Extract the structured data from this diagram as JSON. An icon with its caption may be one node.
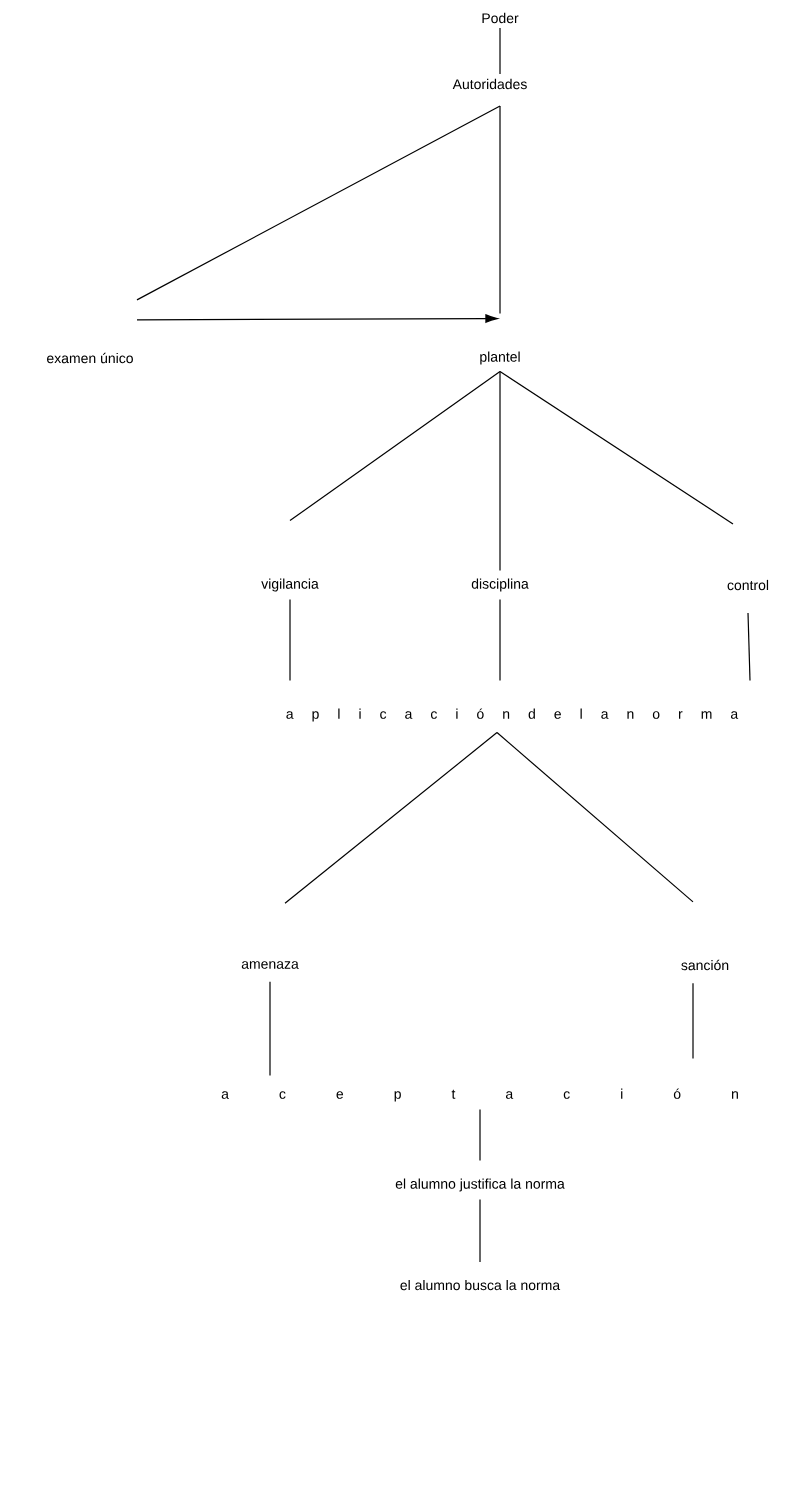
{
  "diagram": {
    "nodes": [
      {
        "text": [
          "Poder"
        ]
      },
      {
        "text": [
          "Autoridades"
        ]
      },
      {
        "text": [
          "examen único"
        ]
      },
      {
        "text": [
          "plantel"
        ]
      },
      {
        "text": [
          "vigilancia"
        ]
      },
      {
        "text": [
          "disciplina"
        ]
      },
      {
        "text": [
          "control"
        ]
      },
      {
        "text": [
          "a p l i c a c i ó n d e l a n o r m a"
        ]
      },
      {
        "text": [
          "amenaza"
        ]
      },
      {
        "text": [
          "sanción"
        ]
      },
      {
        "text": [
          "a c e p t a c i ó n"
        ]
      },
      {
        "text": [
          "el alumno justifica la norma"
        ]
      },
      {
        "text": [
          "el alumno busca la norma"
        ]
      }
    ],
    "edges": [
      {
        "from": 0,
        "to": 1,
        "arrow": "none"
      },
      {
        "from": 1,
        "to": 2,
        "arrow": "none"
      },
      {
        "from": 1,
        "to": 3,
        "arrow": "none"
      },
      {
        "from": 2,
        "to": 3,
        "arrow": "to"
      },
      {
        "from": 3,
        "to": 4,
        "arrow": "none"
      },
      {
        "from": 3,
        "to": 5,
        "arrow": "none"
      },
      {
        "from": 3,
        "to": 6,
        "arrow": "none"
      },
      {
        "from": 4,
        "to": 7,
        "arrow": "none"
      },
      {
        "from": 5,
        "to": 7,
        "arrow": "none"
      },
      {
        "from": 6,
        "to": 7,
        "arrow": "none"
      },
      {
        "from": 7,
        "to": 8,
        "arrow": "none"
      },
      {
        "from": 7,
        "to": 9,
        "arrow": "none"
      },
      {
        "from": 8,
        "to": 10,
        "arrow": "none"
      },
      {
        "from": 9,
        "to": 10,
        "arrow": "none"
      },
      {
        "from": 10,
        "to": 11,
        "arrow": "none"
      },
      {
        "from": 11,
        "to": 12,
        "arrow": "none"
      }
    ]
  }
}
